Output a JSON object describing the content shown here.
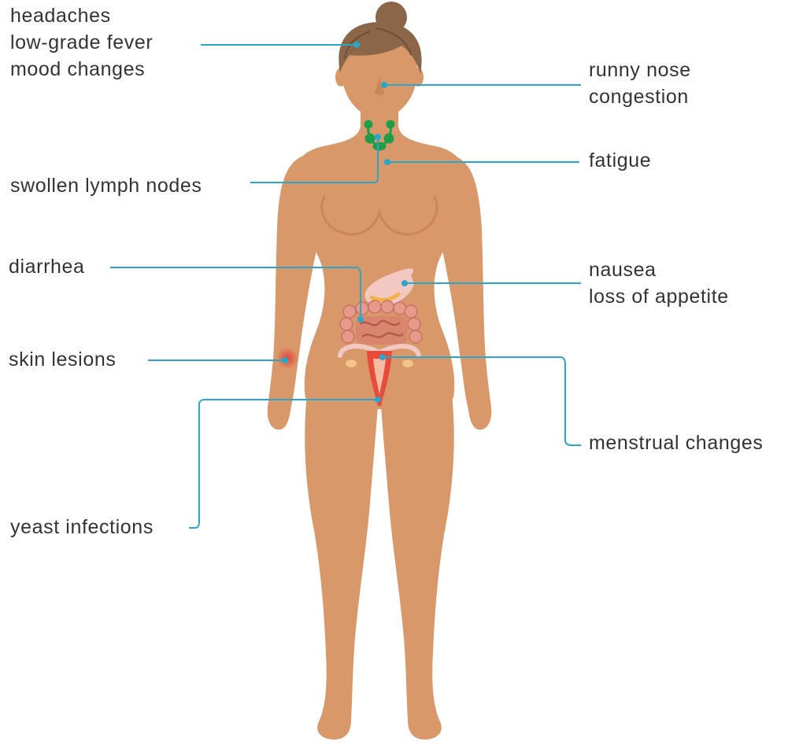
{
  "labels": {
    "head": [
      "headaches",
      "low-grade fever",
      "mood changes"
    ],
    "nose": [
      "runny nose",
      "congestion"
    ],
    "fatigue": [
      "fatigue"
    ],
    "lymph": [
      "swollen lymph nodes"
    ],
    "diarrhea": [
      "diarrhea"
    ],
    "nausea": [
      "nausea",
      "loss of appetite"
    ],
    "skin": [
      "skin lesions"
    ],
    "menstrual": [
      "menstrual changes"
    ],
    "yeast": [
      "yeast infections"
    ]
  },
  "colors": {
    "skin": "#D9986A",
    "skin_shadow": "#C98658",
    "hair": "#8B6648",
    "hair_dark": "#6F4F36",
    "leader_line": "#2BA6CB",
    "text": "#333333",
    "intestine": "#E89A8A",
    "intestine_dark": "#C77264",
    "stomach": "#F2C9C2",
    "uterus": "#E84B3C",
    "lymph_node": "#1E9E4A",
    "lesion": "#E3413A"
  }
}
